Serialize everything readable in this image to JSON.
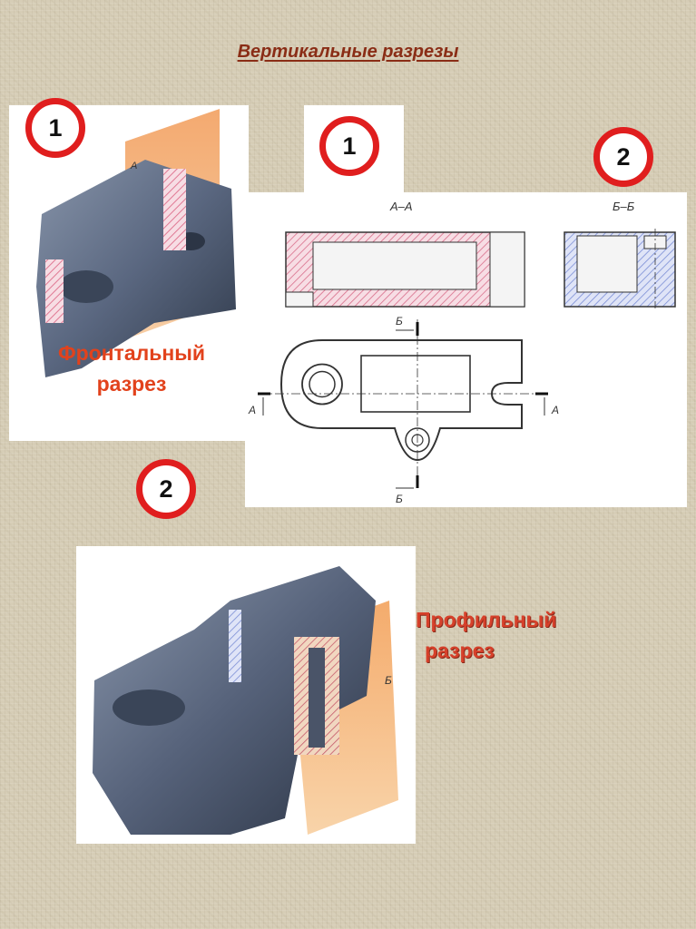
{
  "title": "Вертикальные разрезы",
  "frontal": {
    "circle": "1",
    "caption_line1": "Фронтальный",
    "caption_line2": "разрез",
    "plane_label": "А"
  },
  "drawing": {
    "circle1": "1",
    "circle2": "2",
    "label_aa": "А–А",
    "label_bb": "Б–Б",
    "mark_a_left": "А",
    "mark_a_right": "А",
    "mark_b_top": "Б",
    "mark_b_bottom": "Б"
  },
  "profile": {
    "circle": "2",
    "caption_line1": "Профильный",
    "caption_line2": "разрез",
    "plane_label": "Б"
  },
  "colors": {
    "circle_border": "#e01e1e",
    "caption": "#e2421c",
    "title": "#8a2d16",
    "hatch_pink": "#e07a95",
    "hatch_blue": "#7c8fd6",
    "part_metal": "#5c6a80",
    "cut_plane": "#f0a050"
  }
}
